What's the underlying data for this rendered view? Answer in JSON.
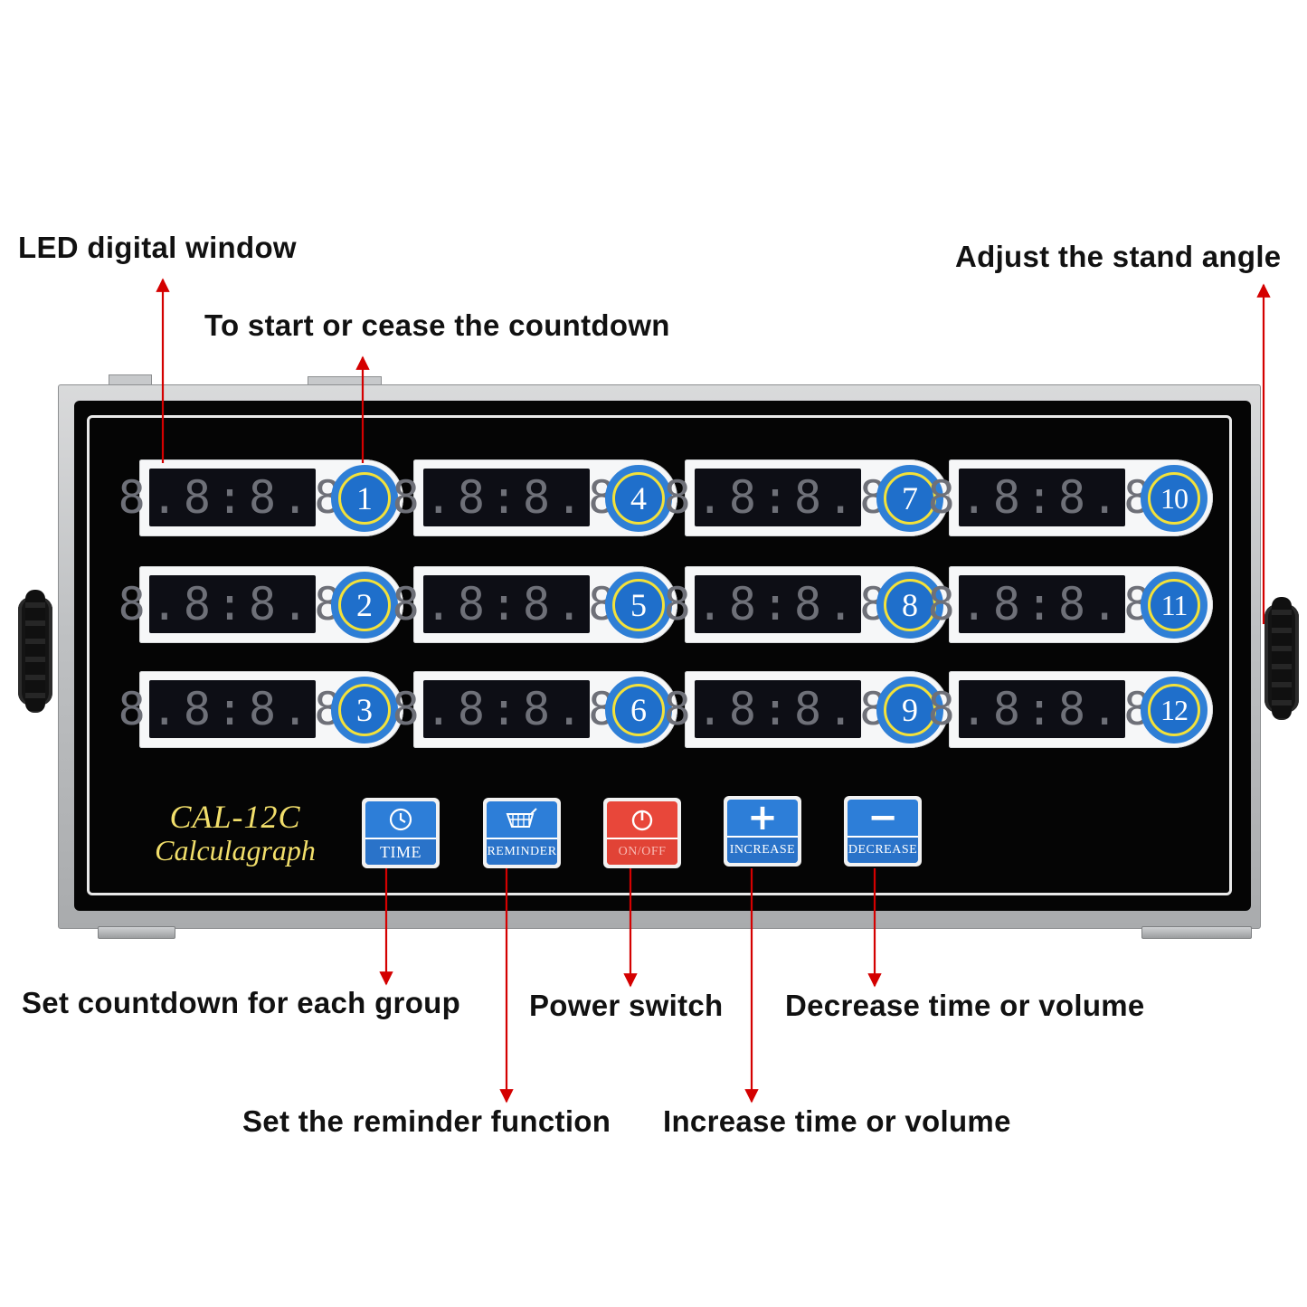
{
  "callouts": {
    "led_window": "LED digital window",
    "start_cease": "To start or cease the countdown",
    "stand_angle": "Adjust the stand angle",
    "set_countdown": "Set countdown for each group",
    "power_switch": "Power switch",
    "decrease": "Decrease time or volume",
    "reminder": "Set the reminder function",
    "increase": "Increase time or volume"
  },
  "timers": [
    {
      "number": "1",
      "display": "8.8:8.8"
    },
    {
      "number": "2",
      "display": "8.8:8.8"
    },
    {
      "number": "3",
      "display": "8.8:8.8"
    },
    {
      "number": "4",
      "display": "8.8:8.8"
    },
    {
      "number": "5",
      "display": "8.8:8.8"
    },
    {
      "number": "6",
      "display": "8.8:8.8"
    },
    {
      "number": "7",
      "display": "8.8:8.8"
    },
    {
      "number": "8",
      "display": "8.8:8.8"
    },
    {
      "number": "9",
      "display": "8.8:8.8"
    },
    {
      "number": "10",
      "display": "8.8:8.8"
    },
    {
      "number": "11",
      "display": "8.8:8.8"
    },
    {
      "number": "12",
      "display": "8.8:8.8"
    }
  ],
  "model": {
    "name": "CAL-12C",
    "subtitle": "Calculagraph"
  },
  "buttons": {
    "time": {
      "label": "TIME",
      "icon": "clock-icon"
    },
    "reminder": {
      "label": "REMINDER",
      "icon": "basket-icon"
    },
    "power": {
      "label": "ON/OFF",
      "icon": "power-icon"
    },
    "increase": {
      "label": "INCREASE",
      "glyph": "+"
    },
    "decrease": {
      "label": "DECREASE",
      "glyph": "−"
    }
  },
  "colors": {
    "arrow": "#d40000",
    "button_blue": "#2d7ed8",
    "power_red": "#e8473a",
    "badge_ring": "#f3e13a",
    "model_text": "#f2df6b"
  }
}
